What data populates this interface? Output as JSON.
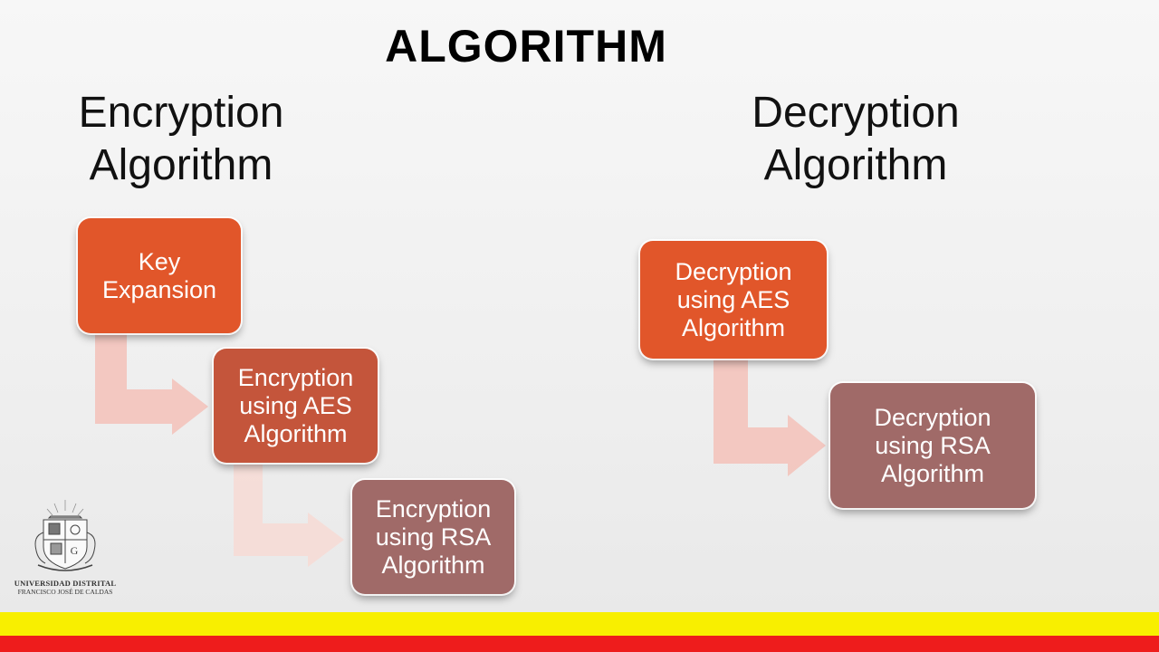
{
  "title": "ALGORITHM",
  "encryption": {
    "heading_line1": "Encryption",
    "heading_line2": "Algorithm",
    "steps": [
      {
        "lines": [
          "Key",
          "Expansion"
        ]
      },
      {
        "lines": [
          "Encryption",
          "using AES",
          "Algorithm"
        ]
      },
      {
        "lines": [
          "Encryption",
          "using RSA",
          "Algorithm"
        ]
      }
    ]
  },
  "decryption": {
    "heading_line1": "Decryption",
    "heading_line2": "Algorithm",
    "steps": [
      {
        "lines": [
          "Decryption",
          "using AES",
          "Algorithm"
        ]
      },
      {
        "lines": [
          "Decryption",
          "using RSA",
          "Algorithm"
        ]
      }
    ]
  },
  "logo": {
    "name": "UNIVERSIDAD DISTRITAL",
    "subtitle": "FRANCISCO JOSÉ DE CALDAS"
  },
  "colors": {
    "step_orange": "#e1562a",
    "step_rust": "#c4553b",
    "step_mauve": "#a06a68",
    "arrow": "#f3c3bb",
    "stripe_yellow": "#f8ef00",
    "stripe_red": "#ee1c1c"
  }
}
